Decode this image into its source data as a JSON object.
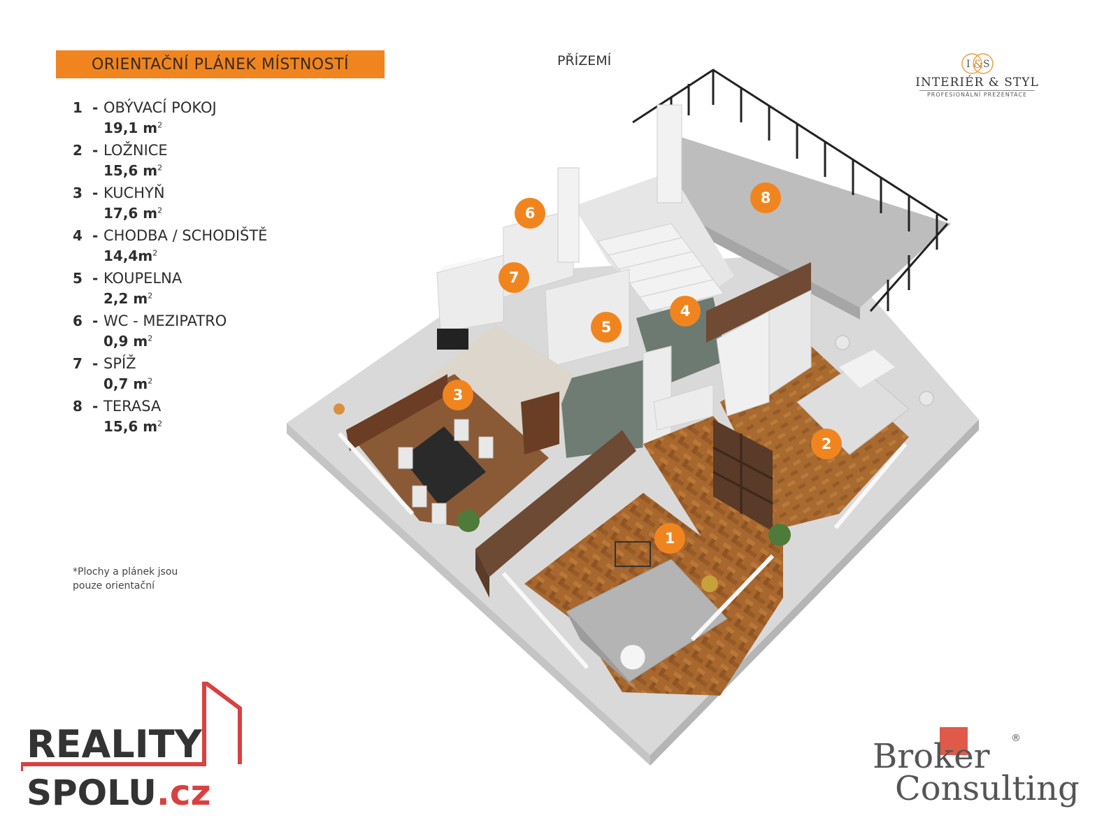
{
  "header": {
    "title": "ORIENTAČNÍ PLÁNEK MÍSTNOSTÍ",
    "floor": "PŘÍZEMÍ"
  },
  "rooms": [
    {
      "num": "1",
      "name": "OBÝVACÍ POKOJ",
      "area": "19,1 m"
    },
    {
      "num": "2",
      "name": "LOŽNICE",
      "area": "15,6 m"
    },
    {
      "num": "3",
      "name": "KUCHYŇ",
      "area": "17,6 m"
    },
    {
      "num": "4",
      "name": "CHODBA / SCHODIŠTĚ",
      "area": "14,4m"
    },
    {
      "num": "5",
      "name": "KOUPELNA",
      "area": "2,2 m"
    },
    {
      "num": "6",
      "name": "WC - MEZIPATRO",
      "area": "0,9 m"
    },
    {
      "num": "7",
      "name": "SPÍŽ",
      "area": "0,7 m"
    },
    {
      "num": "8",
      "name": "TERASA",
      "area": "15,6 m"
    }
  ],
  "area_unit_sup": "2",
  "note": {
    "line1": "*Plochy  a plánek jsou",
    "line2": "pouze orientační"
  },
  "markers": [
    "1",
    "2",
    "3",
    "4",
    "5",
    "6",
    "7",
    "8"
  ],
  "logos": {
    "interier": {
      "mono_left": "I",
      "mono_amp": "&",
      "mono_right": "S",
      "name": "INTERIÉR & STYL",
      "tagline": "PROFESIONÁLNÍ PREZENTACE"
    },
    "reality": {
      "word1": "REALITY",
      "word2": "SPOLU",
      "tld": ".cz"
    },
    "broker": {
      "word1": "Broker",
      "word2": "Consulting",
      "reg": "®"
    }
  },
  "colors": {
    "accent": "#f0851f",
    "marker": "#f0851f",
    "reality_red": "#d94141",
    "broker_red": "#e05a4a"
  }
}
